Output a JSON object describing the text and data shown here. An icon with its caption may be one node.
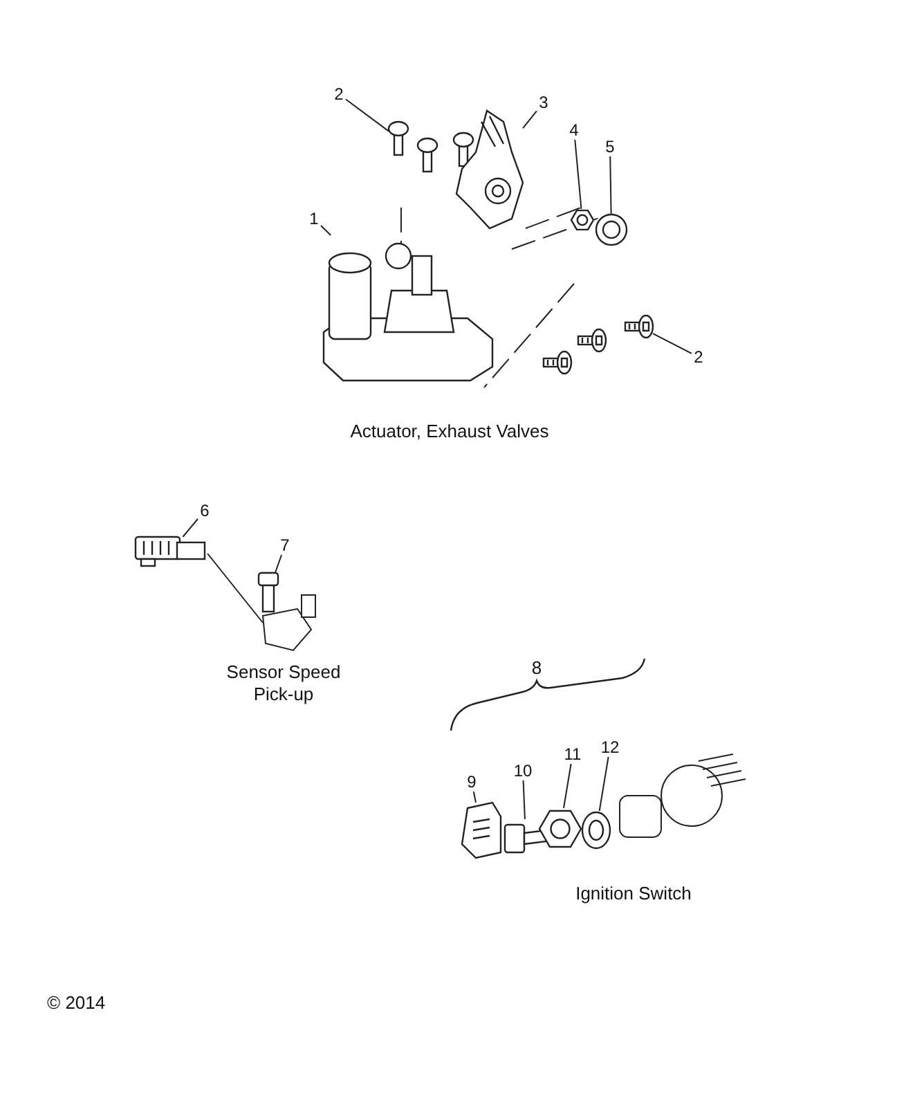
{
  "diagram": {
    "nodes": [
      {
        "text": [
          "2"
        ]
      },
      {
        "text": [
          "3"
        ]
      },
      {
        "text": [
          "4"
        ]
      },
      {
        "text": [
          "5"
        ]
      },
      {
        "text": [
          "1"
        ]
      },
      {
        "text": [
          "2"
        ]
      },
      {
        "text": [
          "6"
        ]
      },
      {
        "text": [
          "7"
        ]
      },
      {
        "text": [
          "9"
        ]
      },
      {
        "text": [
          "10"
        ]
      },
      {
        "text": [
          "11"
        ]
      },
      {
        "text": [
          "12"
        ]
      },
      {
        "text": [],
        "shape": "picture"
      },
      {
        "text": [],
        "shape": "picture"
      },
      {
        "text": [],
        "shape": "picture"
      },
      {
        "text": [],
        "shape": "picture"
      },
      {
        "text": [],
        "shape": "picture"
      },
      {
        "text": [],
        "shape": "picture"
      },
      {
        "text": [],
        "shape": "picture"
      },
      {
        "text": [],
        "shape": "picture"
      },
      {
        "text": [],
        "shape": "picture"
      },
      {
        "text": [],
        "shape": "picture"
      },
      {
        "text": [],
        "shape": "picture"
      },
      {
        "text": [],
        "shape": "picture"
      }
    ],
    "edges": [
      {
        "from": 0,
        "to": 12,
        "arrow": "none"
      },
      {
        "from": 1,
        "to": 13,
        "arrow": "none"
      },
      {
        "from": 2,
        "to": 14,
        "arrow": "none"
      },
      {
        "from": 3,
        "to": 15,
        "arrow": "none"
      },
      {
        "from": 4,
        "to": 16,
        "arrow": "none"
      },
      {
        "from": 5,
        "to": 17,
        "arrow": "none"
      },
      {
        "from": 6,
        "to": 18,
        "arrow": "none"
      },
      {
        "from": 7,
        "to": 19,
        "arrow": "none"
      },
      {
        "from": 8,
        "to": 20,
        "arrow": "none"
      },
      {
        "from": 9,
        "to": 21,
        "arrow": "none"
      },
      {
        "from": 10,
        "to": 22,
        "arrow": "none"
      },
      {
        "from": 11,
        "to": 23,
        "arrow": "none"
      }
    ],
    "labels": [
      "Actuator, Exhaust Valves",
      "8",
      "Sensor Speed Pick-up",
      "Ignition Switch",
      "© 2014"
    ]
  }
}
